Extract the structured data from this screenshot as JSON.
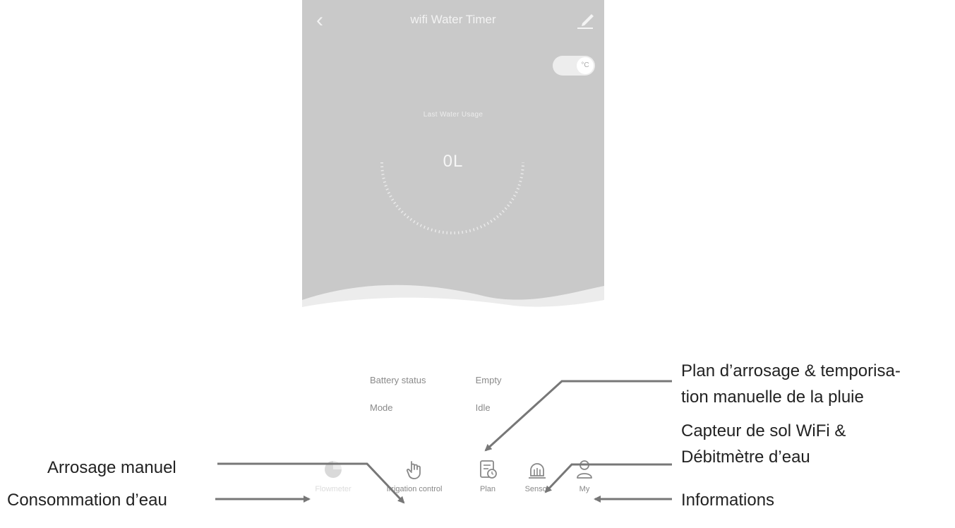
{
  "app": {
    "title": "wifi Water Timer"
  },
  "header": {
    "back_icon": "chevron-left-icon",
    "edit_icon": "pencil-icon"
  },
  "toggle": {
    "unit_label": "°C"
  },
  "usage": {
    "label": "Last Water Usage",
    "value": "0L"
  },
  "status": [
    {
      "key": "Battery status",
      "value": "Empty"
    },
    {
      "key": "Mode",
      "value": "Idle"
    }
  ],
  "nav": [
    {
      "label": "Flowmeter",
      "icon": "pie-chart-icon"
    },
    {
      "label": "Irrigation control",
      "icon": "hand-pointer-icon"
    },
    {
      "label": "Plan",
      "icon": "schedule-icon"
    },
    {
      "label": "Sensor",
      "icon": "sensor-icon"
    },
    {
      "label": "My",
      "icon": "person-icon"
    }
  ],
  "annotations": {
    "manual": "Arrosage manuel",
    "consumption": "Consommation d’eau",
    "plan_line1": "Plan d’arrosage & temporisa-",
    "plan_line2": "tion manuelle de la pluie",
    "sensor_line1": "Capteur de sol WiFi &",
    "sensor_line2": "Débitmètre d’eau",
    "info": "Informations"
  },
  "colors": {
    "panel": "#c9c9c9",
    "arrow": "#777777",
    "icon": "#888888"
  }
}
